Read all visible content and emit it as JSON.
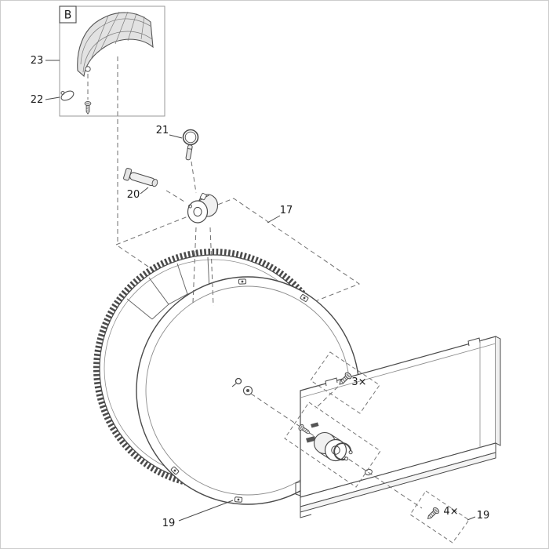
{
  "figure": {
    "inset_label": "B",
    "callouts": {
      "c17": "17",
      "c19_bottom": "19",
      "c19_right": "19",
      "c20": "20",
      "c21": "21",
      "c22": "22",
      "c23": "23",
      "qty_3": "3×",
      "qty_4": "4×"
    },
    "colors": {
      "background": "#ffffff",
      "line": "#4a4a4a",
      "secondary_line": "#8c8c8c",
      "part_fill": "#ececec",
      "page_border": "#cccccc"
    }
  }
}
